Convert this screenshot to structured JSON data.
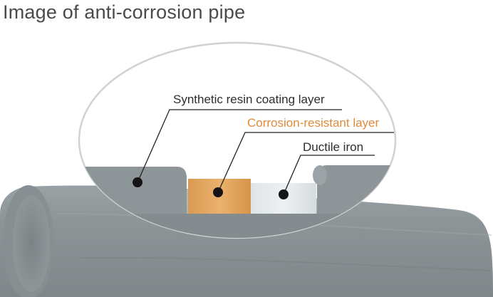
{
  "title": "Image of anti-corrosion pipe",
  "layers": {
    "synthetic": "Synthetic resin coating layer",
    "corrosion": "Corrosion-resistant layer",
    "ductile": "Ductile iron"
  },
  "colors": {
    "title": "#4a4a4a",
    "label": "#2e2e2e",
    "corrosion_label": "#e08a3a",
    "pipe": "#8b9396",
    "corrosion_layer": "#e3a560",
    "ductile_layer": "#e6eaec"
  }
}
